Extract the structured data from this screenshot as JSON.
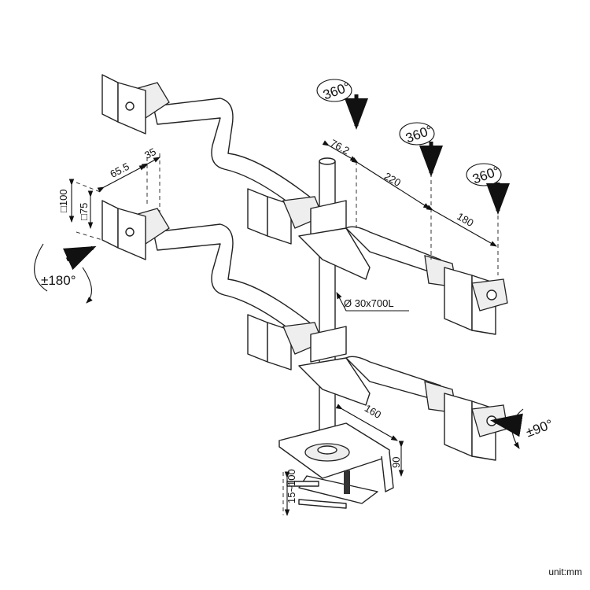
{
  "diagram": {
    "rotation_labels": {
      "top_1": "360°",
      "top_2": "360°",
      "top_3": "360°",
      "tilt": "±180°",
      "swivel": "±90°"
    },
    "dimensions": {
      "pole_offset": "76.2",
      "arm_segment_1": "220",
      "arm_segment_2": "180",
      "plate_depth": "65.5",
      "joint_depth": "35",
      "vesa_large": "□100",
      "vesa_small": "□75",
      "pole": "Ø 30x700L",
      "base_depth": "160",
      "clamp_height": "90",
      "clamp_range": "15~100"
    },
    "unit": "unit:mm"
  }
}
